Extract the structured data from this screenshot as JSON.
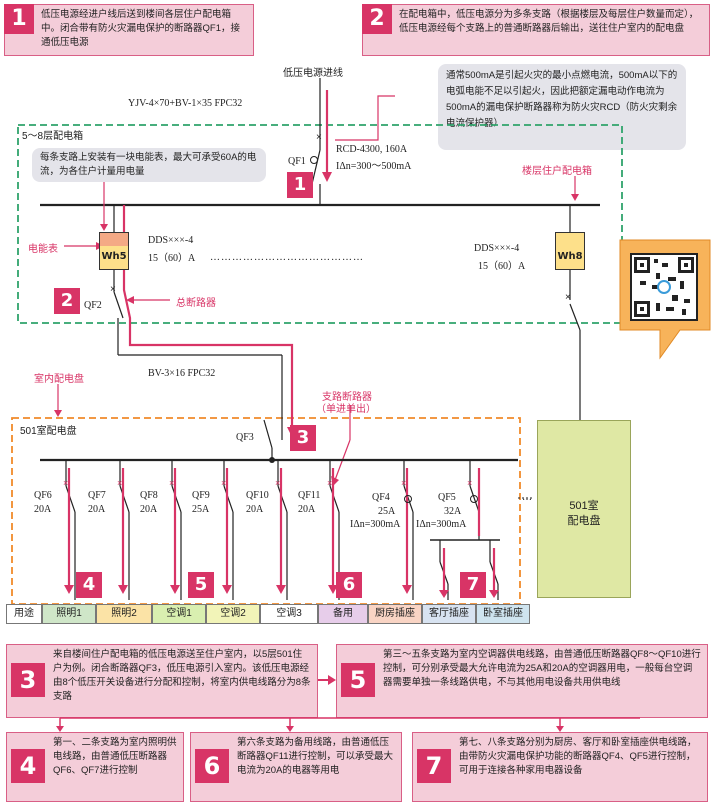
{
  "notes": {
    "n1": {
      "num": "1",
      "text": "低压电源经进户线后送到楼间各层住户配电箱中。闭合带有防火灾漏电保护的断路器QF1，接通低压电源"
    },
    "n2": {
      "num": "2",
      "text": "在配电箱中，低压电源分为多条支路（根据楼层及每层住户数量而定），低压电源经每个支路上的普通断路器后输出，送往住户室内的配电盘"
    },
    "fire": {
      "text": "通常500mA是引起火灾的最小点燃电流，500mA以下的电弧电能不足以引起火，因此把额定漏电动作电流为500mA的漏电保护断路器称为防火灾RCD（防火灾剩余电流保护器）"
    },
    "meter_note": {
      "text": "每条支路上安装有一块电能表，最大可承受60A的电流，为各住户计量用电量"
    },
    "n3": {
      "num": "3",
      "text": "来自楼间住户配电箱的低压电源送至住户室内，以5层501住户为例。闭合断路器QF3，低压电源引入室内。该低压电源经由8个低压开关设备进行分配和控制，将室内供电线路分为8条支路"
    },
    "n5": {
      "num": "5",
      "text": "第三～五条支路为室内空调器供电线路，由普通低压断路器QF8～QF10进行控制，可分别承受最大允许电流为25A和20A的空调器用电，一般每台空调器需要单独一条线路供电，不与其他用电设备共用供电线"
    },
    "n4": {
      "num": "4",
      "text": "第一、二条支路为室内照明供电线路，由普通低压断路器QF6、QF7进行控制"
    },
    "n6": {
      "num": "6",
      "text": "第六条支路为备用线路，由普通低压断路器QF11进行控制，可以承受最大电流为20A的电器等用电"
    },
    "n7": {
      "num": "7",
      "text": "第七、八条支路分别为厨房、客厅和卧室插座供电线路，由带防火灾漏电保护功能的断路器QF4、QF5进行控制，可用于连接各种家用电器设备"
    }
  },
  "labels": {
    "power_in": "低压电源进线",
    "cable_main": "YJV-4×70+BV-1×35  FPC32",
    "box_5_8": "5～8层配电箱",
    "rcd": "RCD-4300, 160A",
    "rcd_idn": "IΔn=300～500mA",
    "qf1": "QF1",
    "floor_box": "楼层住户配电箱",
    "meter_label": "电能表",
    "meter_model_left": "DDS×××-4",
    "meter_rating_left": "15（60）A",
    "meter_model_right": "DDS×××-4",
    "meter_rating_right": "15（60）A",
    "wh5": "Wh5",
    "wh8": "Wh8",
    "qf2": "QF2",
    "main_breaker": "总断路器",
    "indoor_panel": "室内配电盘",
    "cable_indoor": "BV-3×16  FPC32",
    "branch_breaker_1": "支路断路器",
    "branch_breaker_2": "（单进单出）",
    "room_panel": "501室配电盘",
    "qf3": "QF3",
    "panel_501_1": "501室",
    "panel_501_2": "配电盘",
    "dots": "……………………………………",
    "ellipsis": "…",
    "tag3": "3",
    "tag1": "1",
    "tag2": "2",
    "tag4": "4",
    "tag5": "5",
    "tag6": "6",
    "tag7": "7"
  },
  "breakers": [
    {
      "name": "QF6",
      "rating": "20A"
    },
    {
      "name": "QF7",
      "rating": "20A"
    },
    {
      "name": "QF8",
      "rating": "20A"
    },
    {
      "name": "QF9",
      "rating": "25A"
    },
    {
      "name": "QF10",
      "rating": "20A"
    },
    {
      "name": "QF11",
      "rating": "20A"
    },
    {
      "name": "QF4",
      "rating": "25A",
      "idn": "IΔn=300mA"
    },
    {
      "name": "QF5",
      "rating": "32A",
      "idn": "IΔn=300mA"
    }
  ],
  "usage": {
    "header": "用途",
    "cells": [
      {
        "label": "照明1",
        "color": "#cfe6c8"
      },
      {
        "label": "照明2",
        "color": "#fbe3a6"
      },
      {
        "label": "空调1",
        "color": "#d9efb0"
      },
      {
        "label": "空调2",
        "color": "#f2f4b8"
      },
      {
        "label": "空调3",
        "color": "#ffffff"
      },
      {
        "label": "备用",
        "color": "#e7cdea"
      },
      {
        "label": "厨房插座",
        "color": "#f9d4c4"
      },
      {
        "label": "客厅插座",
        "color": "#d8e3f1"
      },
      {
        "label": "卧室插座",
        "color": "#cfe4ef"
      }
    ]
  },
  "colors": {
    "accent": "#d83466",
    "green_dash": "#2fa36b",
    "orange_dash": "#f08a2a"
  }
}
